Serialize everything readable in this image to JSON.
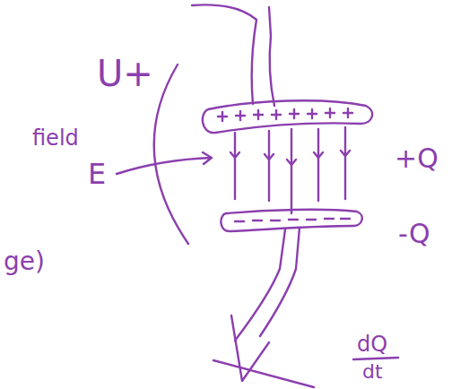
{
  "diagram": {
    "labels": [
      "U+",
      "field",
      "E",
      "+Q",
      "-Q",
      "ge)",
      "dQ",
      "dt"
    ]
  }
}
